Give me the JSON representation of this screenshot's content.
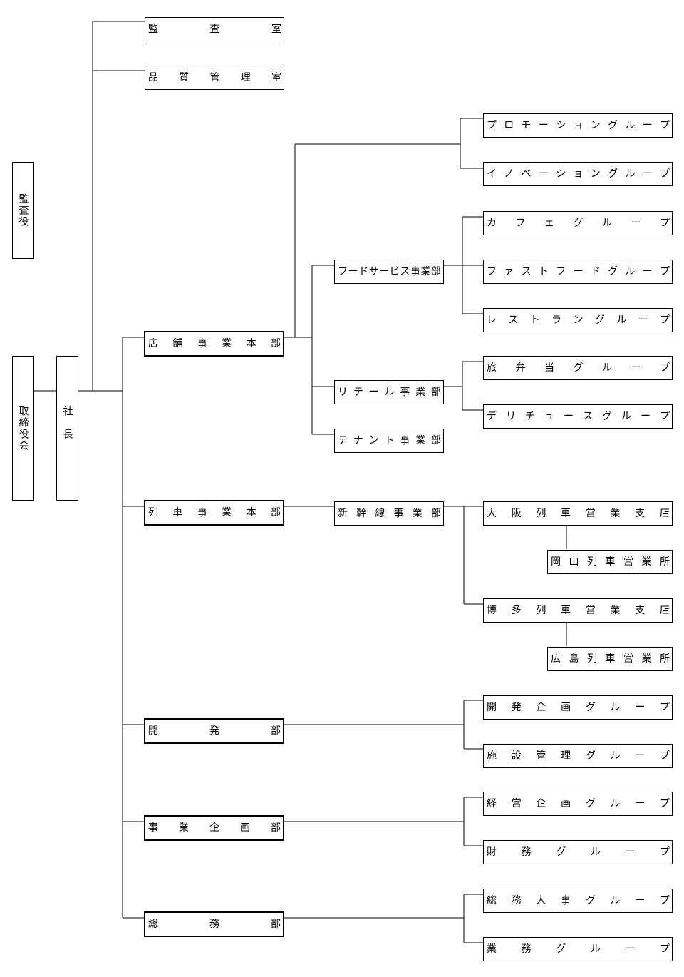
{
  "nodes": {
    "kansayaku": "監査役",
    "torishimariyakukai": "取締役会",
    "shacho": "社長",
    "kansashitsu": "監査室",
    "hinshitsu": "品質管理室",
    "tenpo_honbu": "店舗事業本部",
    "ressha_honbu": "列車事業本部",
    "kaihatsu": "開発部",
    "jigyo_kikaku": "事業企画部",
    "somu": "総務部",
    "food_service": "フードサービス事業部",
    "retail": "リテール事業部",
    "tenant": "テナント事業部",
    "shinkansen": "新幹線事業部",
    "promotion": "プロモーショングループ",
    "innovation": "イノベーショングループ",
    "cafe": "カフェグループ",
    "fastfood": "ファストフードグループ",
    "restaurant": "レストラングループ",
    "ekiben": "旅弁当グループ",
    "delicious": "デリチュースグループ",
    "osaka": "大阪列車営業支店",
    "okayama": "岡山列車営業所",
    "hakata": "博多列車営業支店",
    "hiroshima": "広島列車営業所",
    "kaihatsu_kikaku": "開発企画グループ",
    "shisetsu": "施設管理グループ",
    "keiei_kikaku": "経営企画グループ",
    "zaimu": "財務グループ",
    "somu_jinji": "総務人事グループ",
    "gyomu": "業務グループ"
  }
}
